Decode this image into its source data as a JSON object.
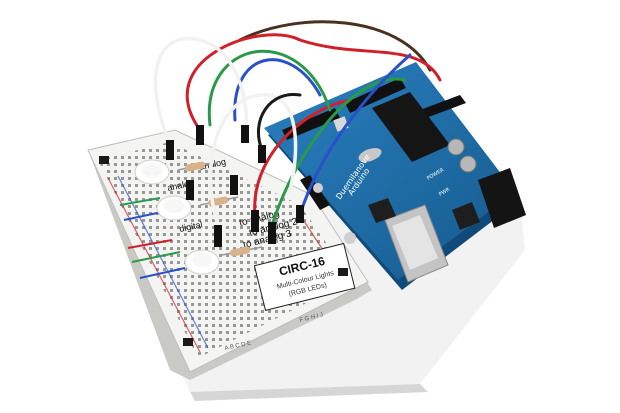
{
  "circuit_card": {
    "title": "CIRC-16",
    "subtitle_1": "Multi-Colour Lights",
    "subtitle_2": "(RGB LEDs)"
  },
  "breadboard_labels": {
    "analog_1": "analog",
    "analog_2": "analog",
    "digital": "digital",
    "to_analog_1": "to analog",
    "to_analog_2": "to analog 3",
    "to_analog_3": "to analog 2",
    "col_letters_bottom": "A B C D E",
    "col_letters_right": "F G H I J"
  },
  "arduino": {
    "brand_text": "Duemilanove",
    "product_text": "Arduino",
    "power_text": "POWER",
    "pwr_led_text": "PWR"
  },
  "colors": {
    "board_blue": "#1f6fa8",
    "breadboard_white": "#f4f4f2",
    "wire_red": "#d0202a",
    "wire_green": "#2a9a4a",
    "wire_blue": "#2850c8",
    "wire_white": "#f2f2f2",
    "wire_black": "#1a1a1a",
    "wire_brown": "#4a3020"
  }
}
